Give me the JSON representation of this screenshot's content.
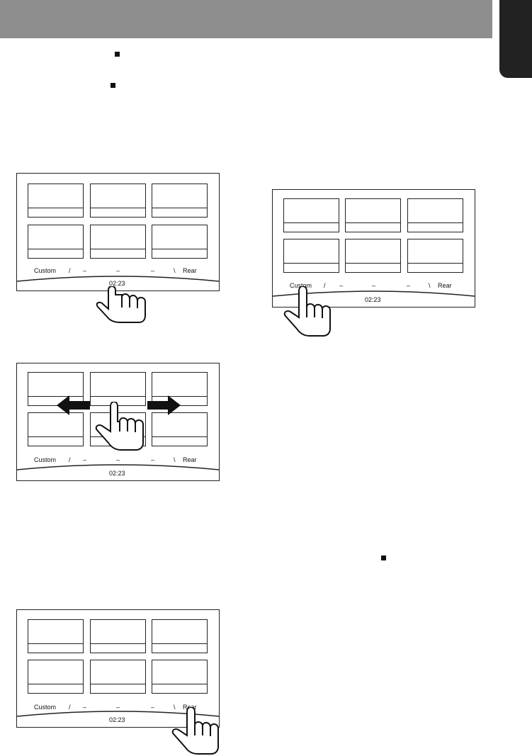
{
  "screens": [
    {
      "labels": {
        "custom": "Custom",
        "slash": "/",
        "dash1": "–",
        "dash2": "–",
        "dash3": "–",
        "backslash": "\\",
        "rear": "Rear"
      },
      "time": "02:23"
    },
    {
      "labels": {
        "custom": "Custom",
        "slash": "/",
        "dash1": "–",
        "dash2": "–",
        "dash3": "–",
        "backslash": "\\",
        "rear": "Rear"
      },
      "time": "02:23"
    },
    {
      "labels": {
        "custom": "Custom",
        "slash": "/",
        "dash1": "–",
        "dash2": "–",
        "dash3": "–",
        "backslash": "\\",
        "rear": "Rear"
      },
      "time": "02:23"
    },
    {
      "labels": {
        "custom": "Custom",
        "slash": "/",
        "dash1": "–",
        "dash2": "–",
        "dash3": "–",
        "backslash": "\\",
        "rear": "Rear"
      },
      "time": "02:23"
    }
  ],
  "colors": {
    "header": "#8e8e8e",
    "tab": "#222222",
    "ink": "#111111"
  }
}
